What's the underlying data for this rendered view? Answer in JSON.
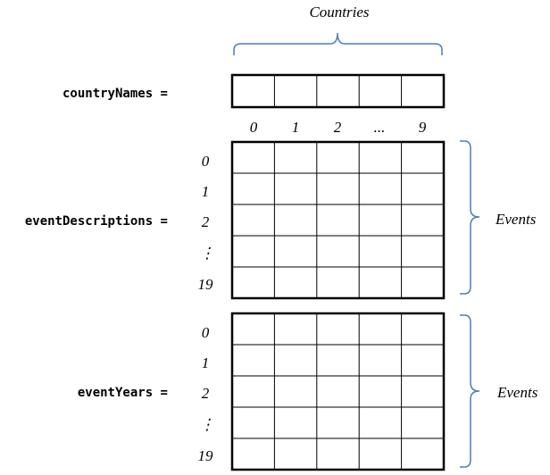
{
  "countries_label": "Countries",
  "events_label_top": "Events",
  "events_label_bottom": "Events",
  "arrays": {
    "country_names": "countryNames =",
    "event_descriptions": "eventDescriptions =",
    "event_years": "eventYears ="
  },
  "column_indices": [
    "0",
    "1",
    "2",
    "...",
    "9"
  ],
  "row_indices": [
    "0",
    "1",
    "2",
    "⋮",
    "19"
  ],
  "colors": {
    "brace": "#4a7ebb",
    "grid": "#000000"
  }
}
